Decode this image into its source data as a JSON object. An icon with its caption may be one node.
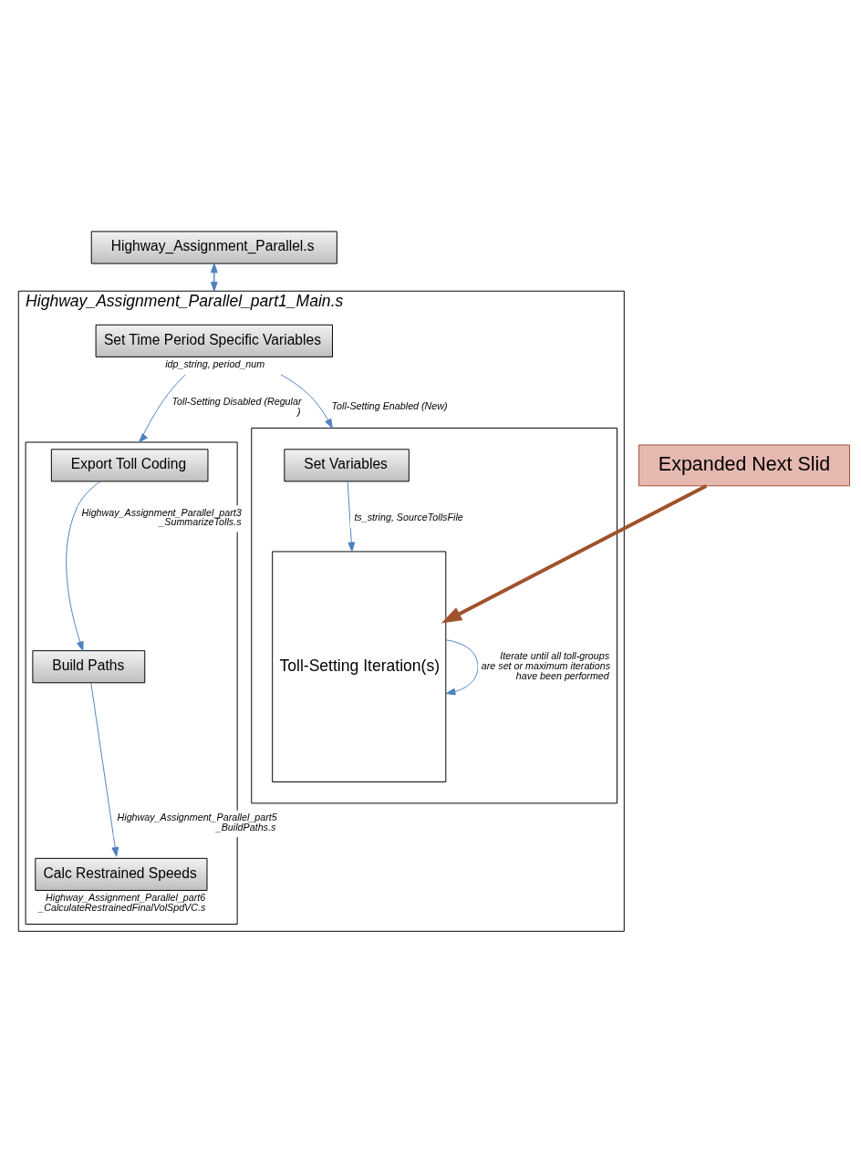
{
  "diagram": {
    "nodes": [
      {
        "text": [
          "Highway_Assignment_Parallel.s"
        ]
      },
      {
        "text": [
          "Highway_Assignment_Parallel_part1_Main.s"
        ]
      },
      {
        "text": [
          "Set Time Period Specific Variables"
        ],
        "in": 1,
        "beside": [
          "idp_string, period_num"
        ]
      },
      {
        "text": [],
        "shape": "box",
        "in": 1
      },
      {
        "text": [
          "Export Toll Coding"
        ],
        "in": 3
      },
      {
        "text": [
          "Build Paths"
        ],
        "in": 3
      },
      {
        "text": [
          "Calc Restrained Speeds"
        ],
        "in": 3,
        "beside": [
          "Highway_Assignment_Parallel_part6 _CalculateRestrainedFinalVolSpdVC.s"
        ]
      },
      {
        "text": [],
        "shape": "box",
        "in": 1
      },
      {
        "text": [
          "Set Variables"
        ],
        "in": 7
      },
      {
        "text": [
          "Toll-Setting Iteration(s)"
        ],
        "in": 7
      },
      {
        "text": [
          "Expanded Next Slid"
        ]
      }
    ],
    "edges": [
      {
        "from": 0,
        "to": 1,
        "arrow": "to"
      },
      {
        "from": 1,
        "to": 0,
        "arrow": "to"
      },
      {
        "from": 2,
        "to": 3,
        "arrow": "to",
        "label": "Toll-Setting Disabled (Regular )"
      },
      {
        "from": 2,
        "to": 7,
        "arrow": "to",
        "label": "Toll-Setting Enabled (New)"
      },
      {
        "from": 4,
        "to": 5,
        "arrow": "to",
        "label": "Highway_Assignment_Parallel_part3 _SummarizeTolls.s"
      },
      {
        "from": 5,
        "to": 6,
        "arrow": "to",
        "label": "Highway_Assignment_Parallel_part5 _BuildPaths.s"
      },
      {
        "from": 8,
        "to": 9,
        "arrow": "to",
        "label": "ts_string, SourceTollsFile"
      },
      {
        "from": 9,
        "to": 9,
        "arrow": "to",
        "label": "Iterate until all toll-groups are set or maximum iterations have been performed"
      },
      {
        "from": 10,
        "to": 9,
        "arrow": "to",
        "style": "thick",
        "color": "#a0522d"
      }
    ]
  }
}
